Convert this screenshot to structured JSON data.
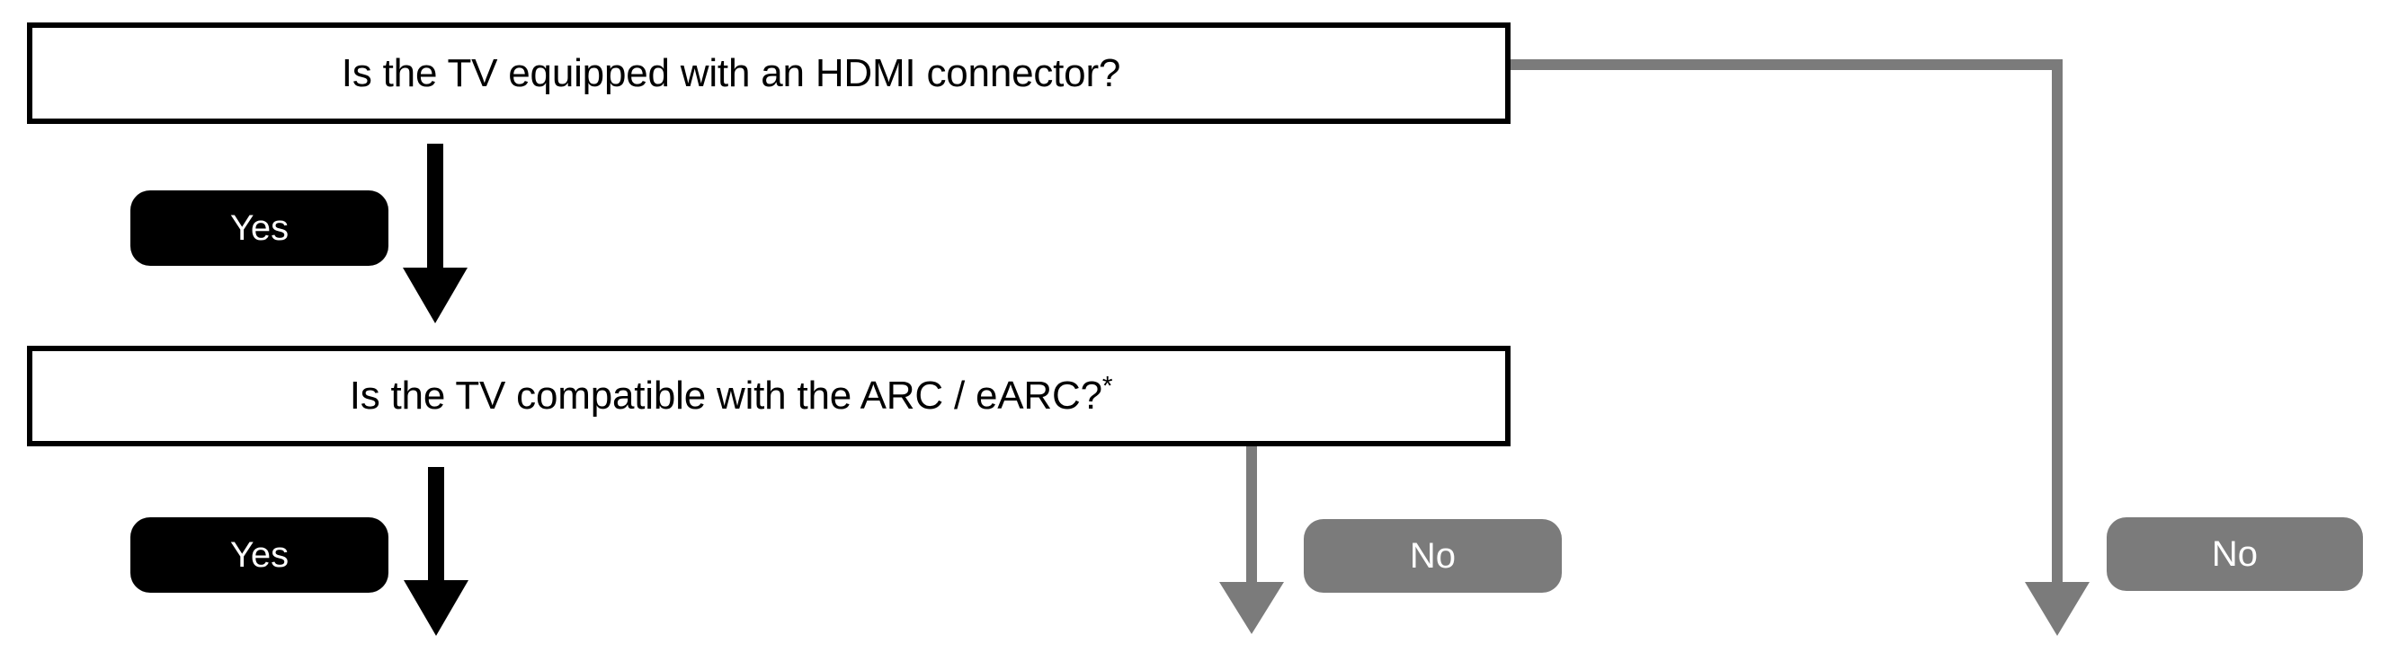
{
  "diagram": {
    "title_text_color": "#000000",
    "background": "#ffffff",
    "accent_black": "#000000",
    "accent_gray": "#7b7b7b",
    "boxes": [
      {
        "id": "hdmi",
        "text": "Is the TV equipped with an HDMI connector?",
        "text_main": "Is the TV equipped with an HDMI connector?",
        "footnote_marker": ""
      },
      {
        "id": "arc",
        "text": "Is the TV compatible with the ARC / eARC?*",
        "text_main": "Is the TV compatible with the ARC / eARC?",
        "footnote_marker": "*"
      }
    ],
    "badges": [
      {
        "id": "yes-1",
        "label": "Yes",
        "kind": "yes",
        "color": "#000000"
      },
      {
        "id": "yes-2",
        "label": "Yes",
        "kind": "yes",
        "color": "#000000"
      },
      {
        "id": "no-1",
        "label": "No",
        "kind": "no",
        "color": "#7b7b7b"
      },
      {
        "id": "no-2",
        "label": "No",
        "kind": "no",
        "color": "#7b7b7b"
      }
    ],
    "connectors": [
      {
        "id": "hdmi-yes-down",
        "from": "hdmi",
        "to": "arc",
        "branch": "Yes",
        "color": "#000000",
        "style": "straight-down-arrow"
      },
      {
        "id": "hdmi-no-right",
        "from": "hdmi",
        "to": "off-page",
        "branch": "No",
        "color": "#7b7b7b",
        "style": "right-then-down-arrow"
      },
      {
        "id": "arc-yes-down",
        "from": "arc",
        "to": "off-page",
        "branch": "Yes",
        "color": "#000000",
        "style": "straight-down-arrow"
      },
      {
        "id": "arc-no-down",
        "from": "arc",
        "to": "off-page",
        "branch": "No",
        "color": "#7b7b7b",
        "style": "straight-down-arrow"
      }
    ]
  }
}
